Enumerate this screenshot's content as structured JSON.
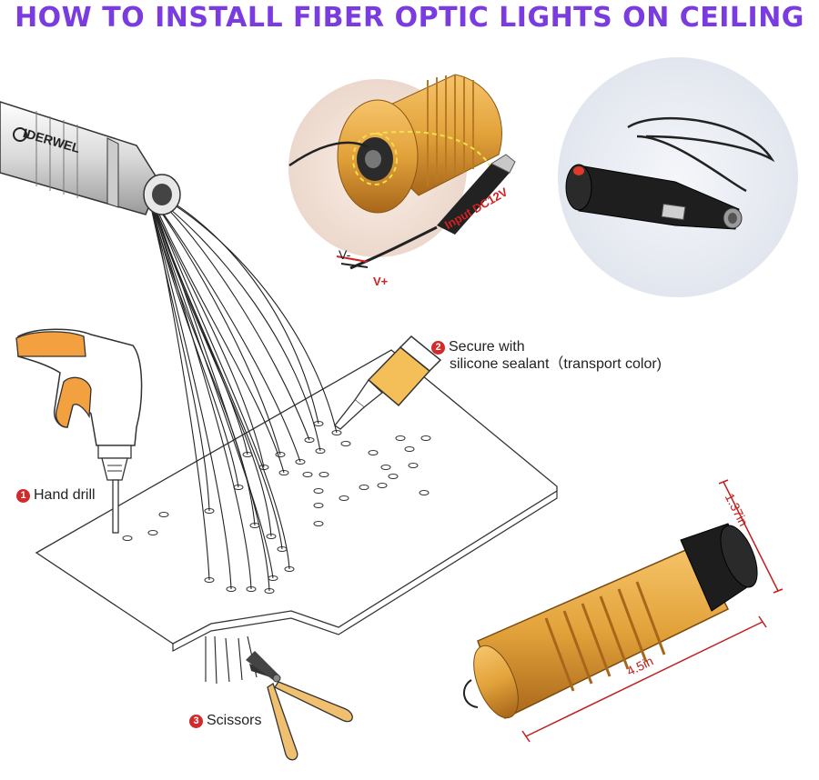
{
  "title": "HOW TO INSTALL FIBER OPTIC LIGHTS ON CEILING",
  "brand": "IDERWEL",
  "steps": {
    "step1": {
      "number": "1",
      "label": "Hand drill"
    },
    "step2": {
      "number": "2",
      "line1": "Secure with",
      "line2": "silicone sealant（transport color)"
    },
    "step3": {
      "number": "3",
      "label": "Scissors"
    }
  },
  "wiring": {
    "input_label": "Input DC12V",
    "negative": "V-",
    "positive": "V+"
  },
  "dimensions": {
    "diameter": "1.37in",
    "length": "4.5in"
  },
  "colors": {
    "title": "#7a3be0",
    "accent_red": "#d12a2a",
    "gold": "#e2a23a",
    "drill_orange": "#f2a040"
  }
}
